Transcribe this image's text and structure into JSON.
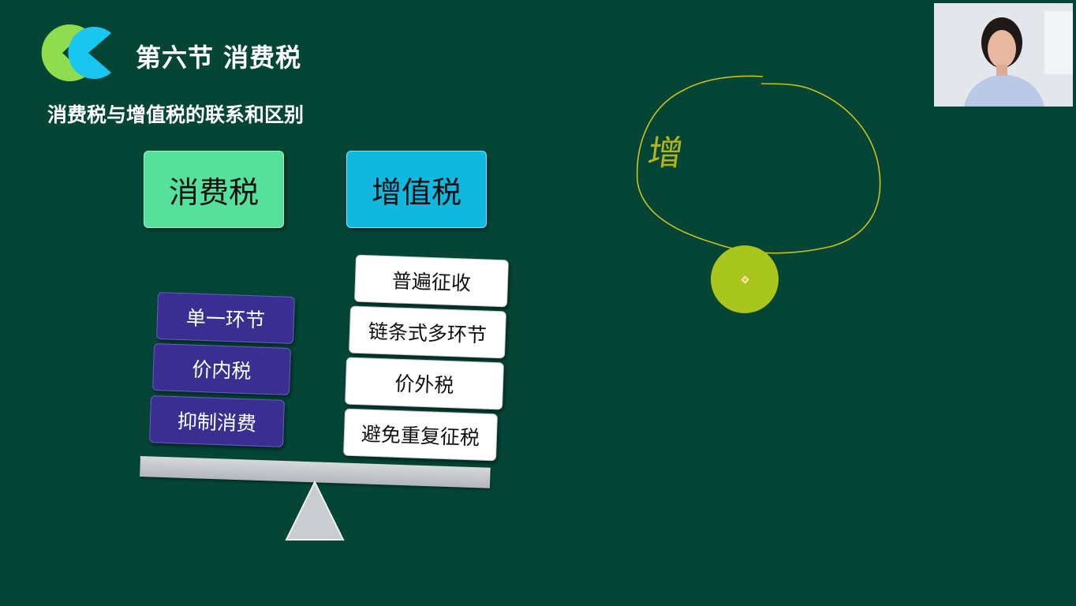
{
  "header": {
    "title": "第六节 消费税",
    "subtitle": "消费税与增值税的联系和区别",
    "logo": "cc-logo"
  },
  "comparison": {
    "left_heading": "消费税",
    "right_heading": "增值税",
    "left_items": [
      "单一环节",
      "价内税",
      "抑制消费"
    ],
    "right_items": [
      "普遍征收",
      "链条式多环节",
      "价外税",
      "避免重复征税"
    ]
  },
  "annotation": {
    "handwritten": "增",
    "ink_color": "#c8c21a",
    "pointer_color": "#a9c61c"
  },
  "colors": {
    "background": "#044536",
    "consumption_tax": "#55e09b",
    "vat": "#10b8e0",
    "purple_card": "#3a2e91"
  },
  "webcam": {
    "icon": "presenter-video"
  }
}
